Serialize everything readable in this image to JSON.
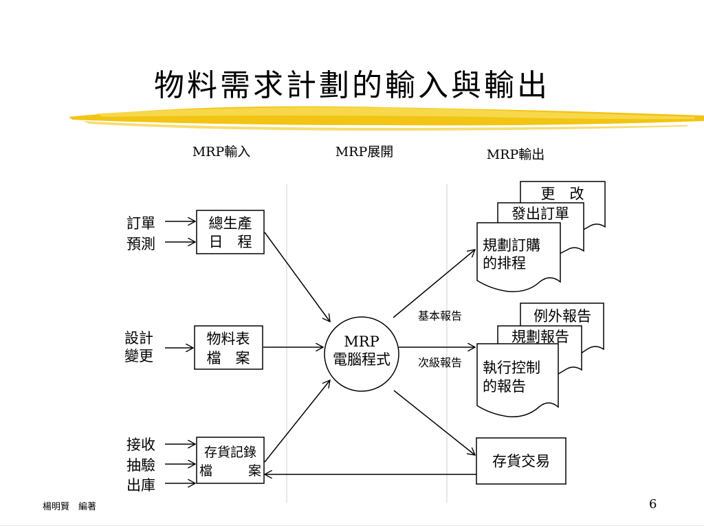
{
  "title": "物料需求計劃的輸入與輸出",
  "columns": {
    "input": "MRP輸入",
    "expand": "MRP展開",
    "output": "MRP輸出"
  },
  "inputs": {
    "order": "訂單",
    "forecast": "預測",
    "design_1": "設計",
    "design_2": "變更",
    "receive": "接收",
    "sample": "抽驗",
    "ship": "出庫"
  },
  "boxes": {
    "mps_1": "總生產",
    "mps_2": "日　程",
    "bom_1": "物料表",
    "bom_2": "檔　案",
    "inv_1": "存貨記錄",
    "inv_2a": "檔",
    "inv_2b": "案",
    "mrp_1": "MRP",
    "mrp_2": "電腦程式",
    "inv_trans": "存貨交易"
  },
  "reports": {
    "basic": "基本報告",
    "secondary": "次級報告"
  },
  "outputs": {
    "change": "更　改",
    "issue_order": "發出訂單",
    "plan_1": "規劃訂購",
    "plan_2": "的排程",
    "exception": "例外報告",
    "planning": "規劃報告",
    "exec_1": "執行控制",
    "exec_2": "的報告"
  },
  "footer": {
    "author": "楊明賢　編著",
    "page": "6"
  },
  "colors": {
    "highlight": "#f2c413",
    "line": "#000000",
    "separator": "#d0d0d0"
  }
}
